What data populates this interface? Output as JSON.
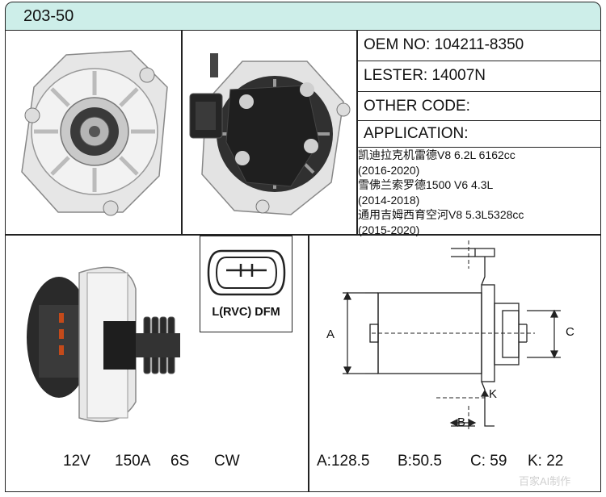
{
  "model": "203-50",
  "specs": {
    "oem": "OEM NO:  104211-8350",
    "lester": "LESTER:  14007N",
    "other_code": "OTHER CODE:",
    "application": "APPLICATION:"
  },
  "applications": [
    "凯迪拉克机雷德V8 6.2L 6162cc",
    "(2016-2020)",
    "雪佛兰索罗德1500 V6 4.3L",
    "(2014-2018)",
    "通用吉姆西育空河V8 5.3L5328cc",
    "(2015-2020)"
  ],
  "connector_label": "L(RVC) DFM",
  "electrical": {
    "voltage": "12V",
    "amperage": "150A",
    "pulley": "6S",
    "rotation": "CW"
  },
  "dimensions": {
    "a": "A:128.5",
    "b": "B:50.5",
    "c": "C: 59",
    "k": "K: 22"
  },
  "dim_letters": {
    "a": "A",
    "b": "B",
    "c": "C",
    "k": "K"
  },
  "watermark": "百家AI制作",
  "colors": {
    "header_bg": "#cdeee9",
    "border": "#222222",
    "housing": "#e6e6e6",
    "dark": "#2a2a2a"
  }
}
